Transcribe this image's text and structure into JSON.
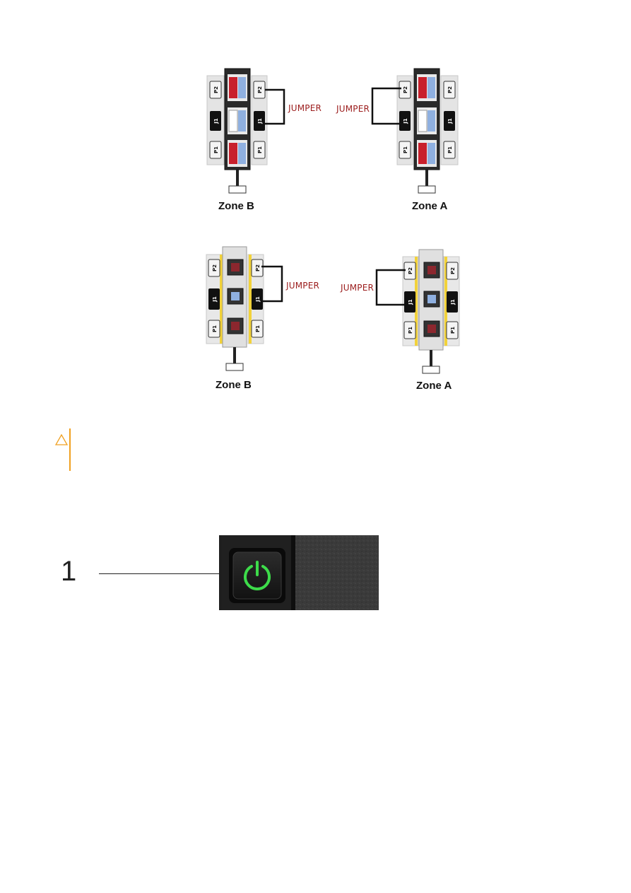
{
  "figure1": {
    "left_zone": {
      "label": "Zone B",
      "connectors": [
        "P2",
        "J1",
        "P1"
      ]
    },
    "right_zone": {
      "label": "Zone A",
      "connectors": [
        "P2",
        "J1",
        "P1"
      ]
    },
    "jumper_left": "JUMPER",
    "jumper_right": "JUMPER"
  },
  "figure2": {
    "left_zone": {
      "label": "Zone B",
      "connectors": [
        "P2",
        "J1",
        "P1"
      ]
    },
    "right_zone": {
      "label": "Zone A",
      "connectors": [
        "P2",
        "J1",
        "P1"
      ]
    },
    "jumper_left": "JUMPER",
    "jumper_right": "JUMPER"
  },
  "caution": {
    "icon": "caution-triangle-icon",
    "color": "#f0a020"
  },
  "figure3": {
    "callout": "1",
    "button_icon": "power-icon",
    "button_color": "#3ddc4a"
  },
  "colors": {
    "jumper_text": "#9b1c1c",
    "connector_red": "#c8202c",
    "connector_blue": "#8fb0e0",
    "stripe_yellow": "#f2d23a"
  }
}
